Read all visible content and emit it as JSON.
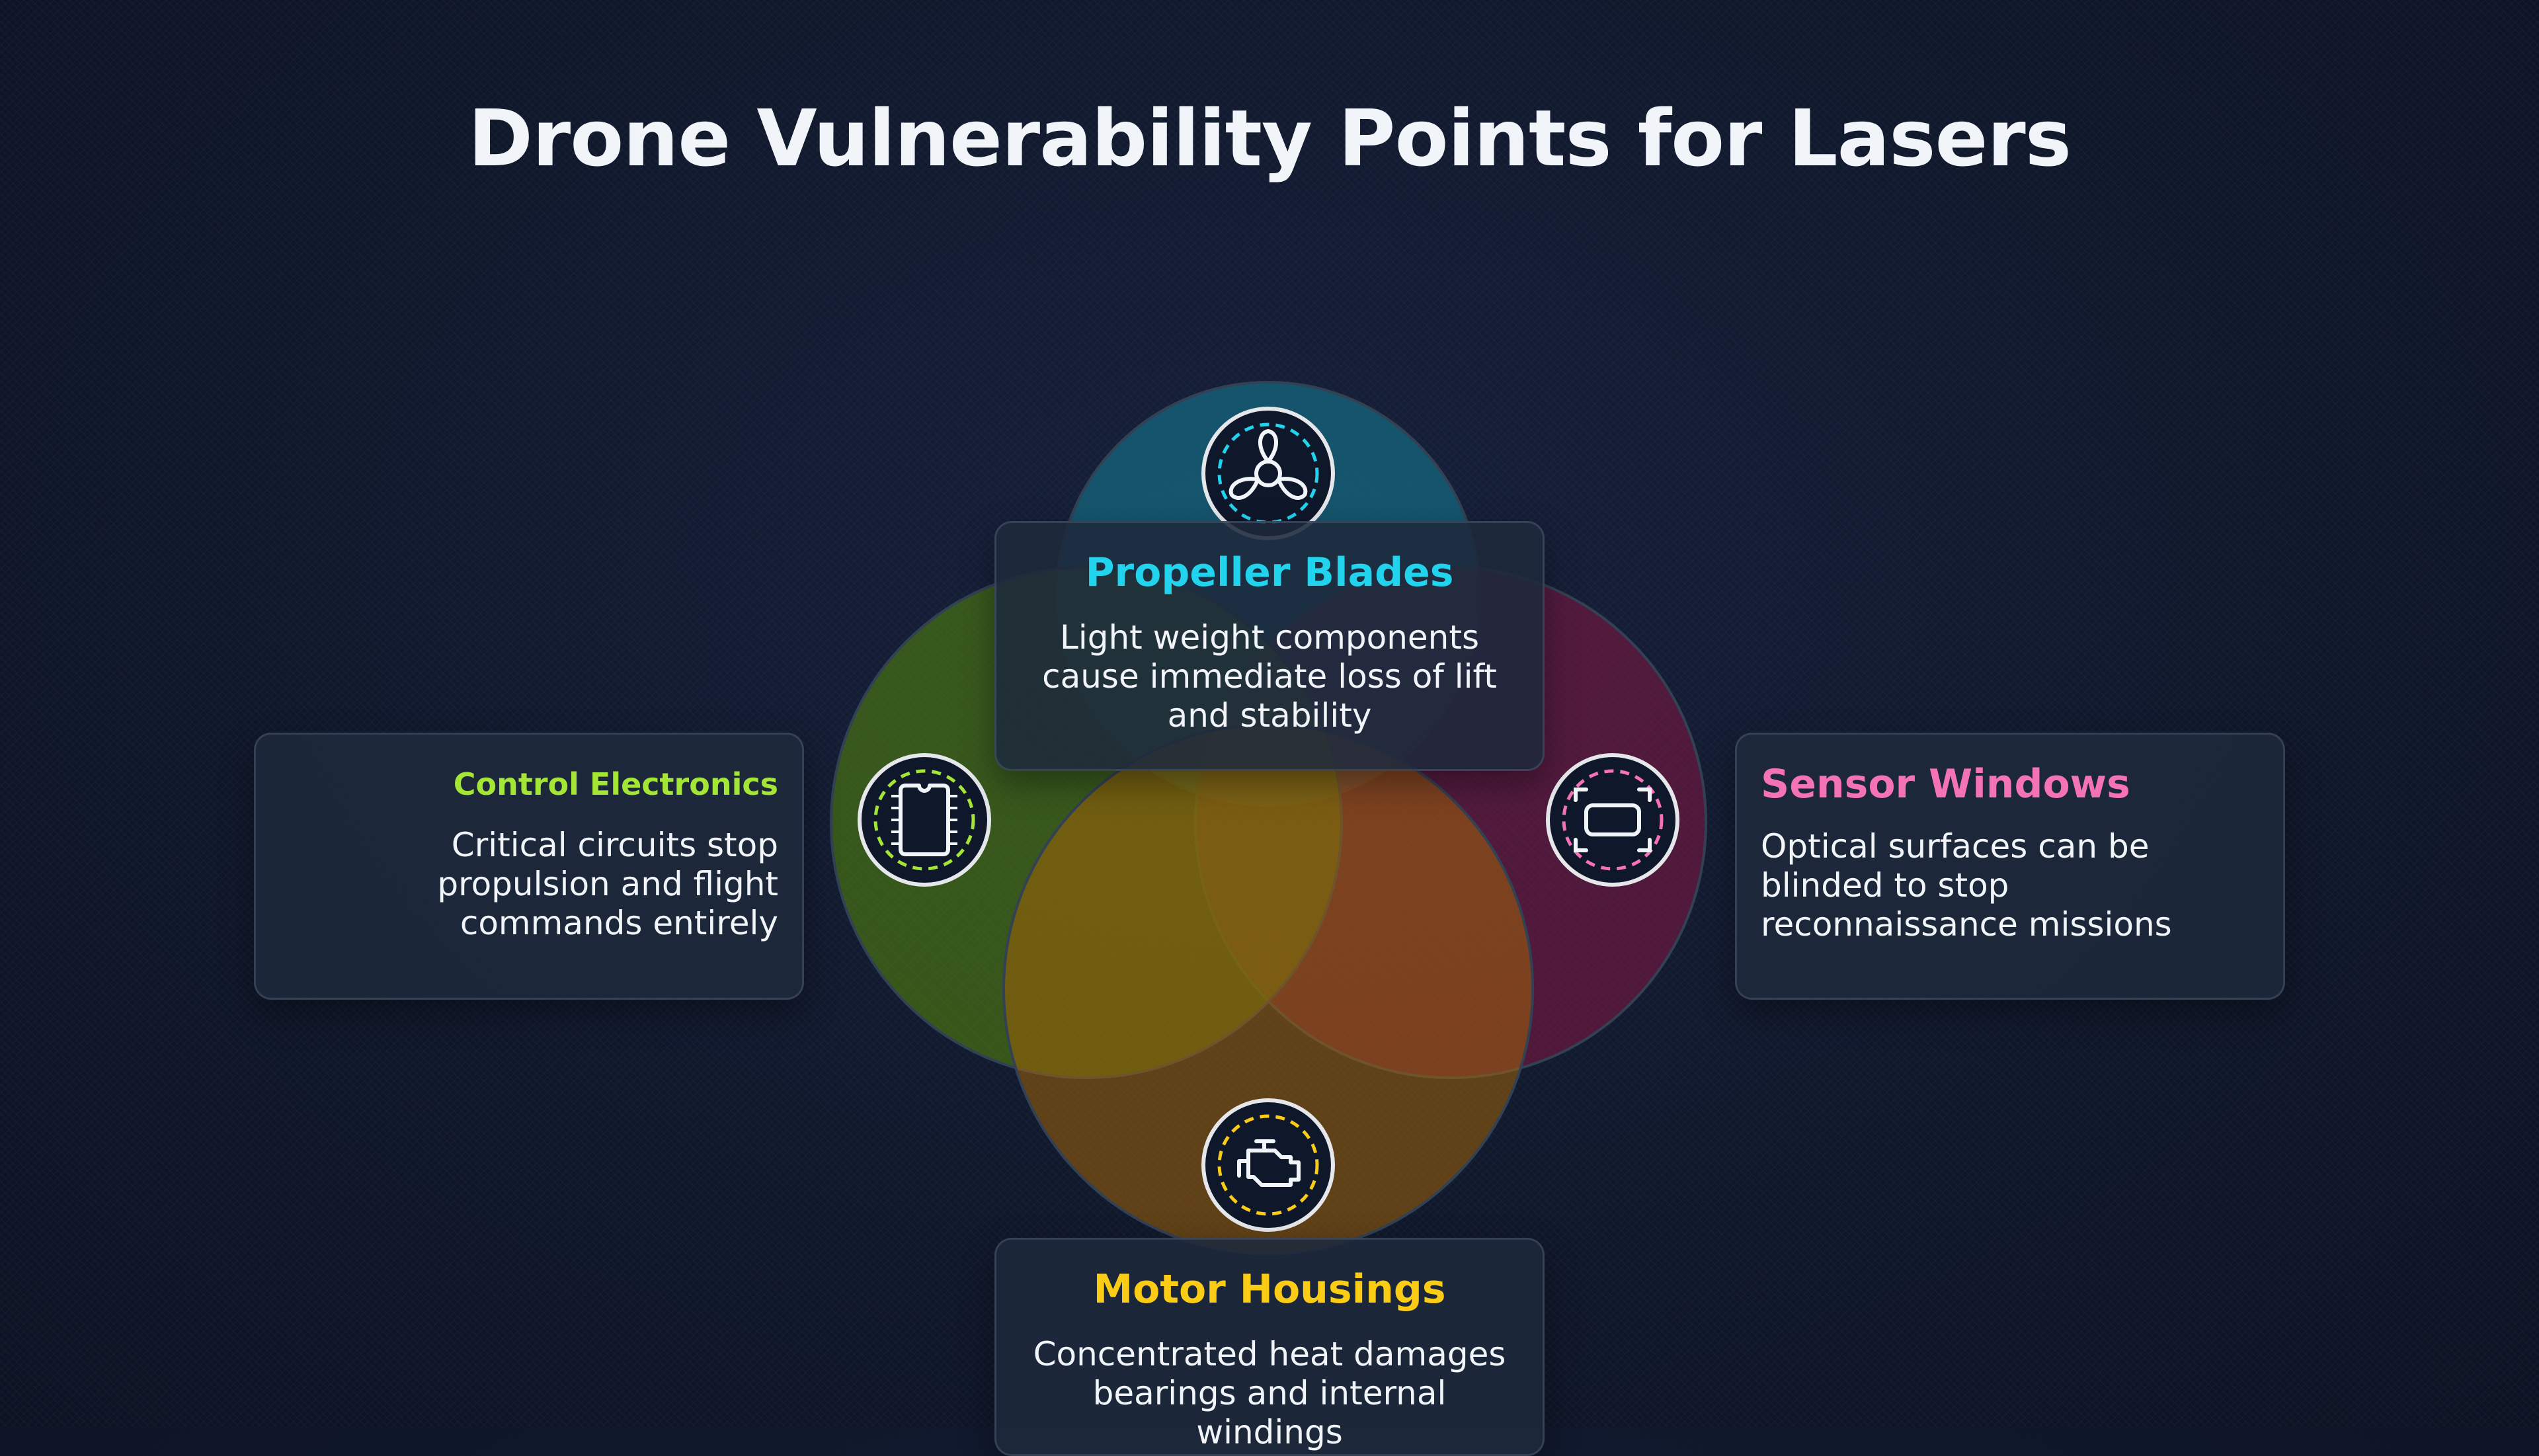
{
  "title": "Drone Vulnerability Points for Lasers",
  "colors": {
    "propeller": "#22d3ee",
    "control": "#a3e635",
    "sensor": "#f472b6",
    "motor": "#facc15"
  },
  "segments": [
    {
      "id": "propeller",
      "title": "Propeller Blades",
      "description": "Light weight components cause immediate loss of lift and stability",
      "icon": "propeller-icon"
    },
    {
      "id": "control",
      "title": "Control Electronics",
      "description": "Critical circuits stop propulsion and flight commands entirely",
      "icon": "chip-icon"
    },
    {
      "id": "sensor",
      "title": "Sensor Windows",
      "description": "Optical surfaces can be blinded to stop reconnaissance missions",
      "icon": "sensor-icon"
    },
    {
      "id": "motor",
      "title": "Motor Housings",
      "description": "Concentrated heat damages bearings and internal windings",
      "icon": "engine-icon"
    }
  ]
}
